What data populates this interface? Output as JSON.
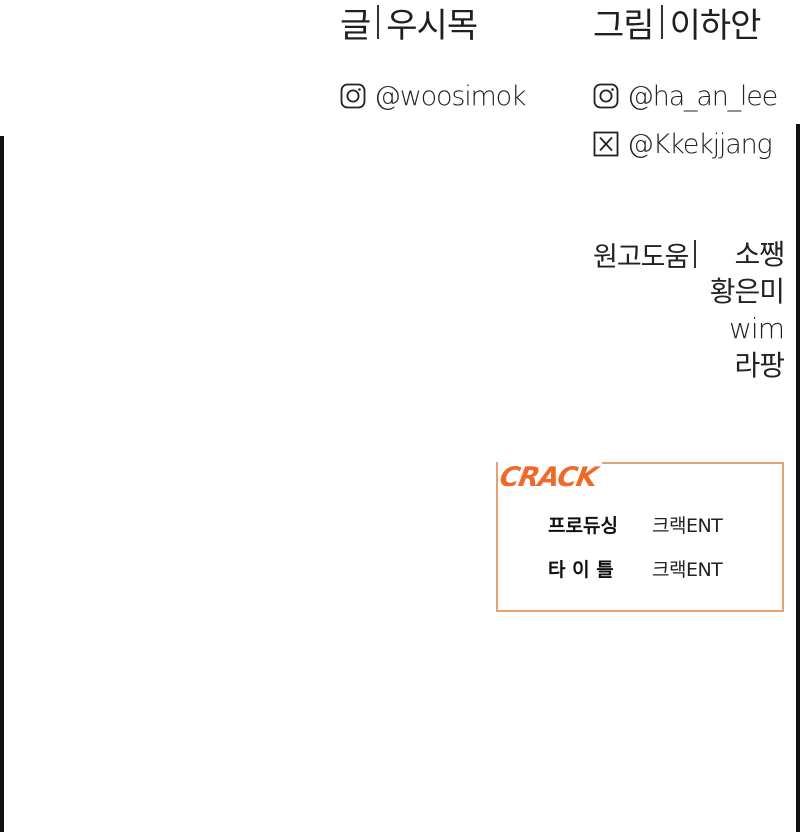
{
  "credits": {
    "writer": {
      "label": "글",
      "name": "우시목"
    },
    "artist": {
      "label": "그림",
      "name": "이하안"
    }
  },
  "social": {
    "writer_instagram": {
      "icon": "instagram-icon",
      "handle": "@woosimok"
    },
    "artist_instagram": {
      "icon": "instagram-icon",
      "handle": "@ha_an_lee"
    },
    "artist_x": {
      "icon": "x-icon",
      "handle": "@Kkekjjang"
    }
  },
  "assistants": {
    "label": "원고도움",
    "names": [
      "소쨍",
      "황은미",
      "wim",
      "라팡"
    ]
  },
  "production": {
    "logo_text": "CRACK",
    "rows": [
      {
        "key": "프로듀싱",
        "value": "크랙ENT"
      },
      {
        "key": "타 이 틀",
        "value": "크랙ENT"
      }
    ]
  },
  "colors": {
    "accent": "#ee6a2a",
    "box_border": "#e8a071",
    "text": "#1f1f1f",
    "border": "#111111"
  }
}
